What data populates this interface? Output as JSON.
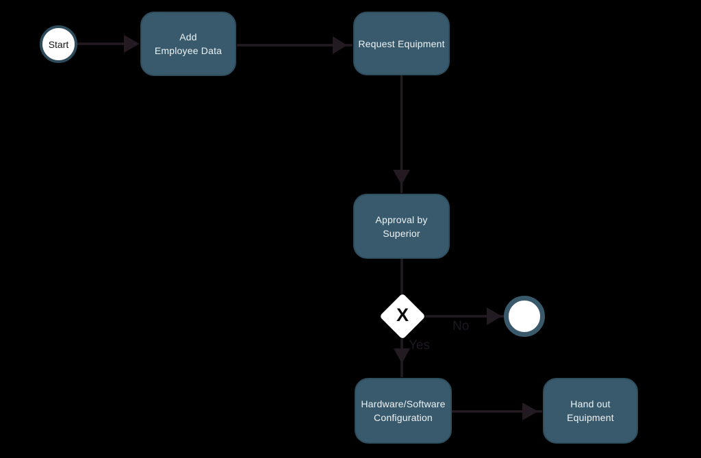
{
  "colors": {
    "background": "#000000",
    "task_fill": "#385a6c",
    "task_border": "#2f4e5e",
    "task_text": "#eef3f5",
    "connector": "#241a22",
    "event_fill": "#ffffff",
    "start_event_border": "#2e4b5b",
    "end_event_border": "#3a5a6c",
    "gateway_fill": "#ffffff",
    "gateway_label_color": "#0a0a0a",
    "edge_label_color": "#1c1722"
  },
  "nodes": {
    "start": {
      "type": "start-event",
      "label": "Start"
    },
    "add_employee_data": {
      "type": "task",
      "label": "Add\nEmployee Data"
    },
    "request_equipment": {
      "type": "task",
      "label": "Request Equipment"
    },
    "approval_by_superior": {
      "type": "task",
      "label": "Approval by\nSuperior"
    },
    "gateway": {
      "type": "exclusive-gateway",
      "label": "X"
    },
    "end": {
      "type": "end-event"
    },
    "hardware_software_configuration": {
      "type": "task",
      "label": "Hardware/Software\nConfiguration"
    },
    "hand_out_equipment": {
      "type": "task",
      "label": "Hand out\nEquipment"
    }
  },
  "edges": {
    "start_to_add": {
      "from": "start",
      "to": "add_employee_data"
    },
    "add_to_request": {
      "from": "add_employee_data",
      "to": "request_equipment"
    },
    "request_to_approval": {
      "from": "request_equipment",
      "to": "approval_by_superior"
    },
    "approval_to_gateway": {
      "from": "approval_by_superior",
      "to": "gateway"
    },
    "gateway_to_end": {
      "from": "gateway",
      "to": "end",
      "label": "No"
    },
    "gateway_to_config": {
      "from": "gateway",
      "to": "hardware_software_configuration",
      "label": "Yes"
    },
    "config_to_handout": {
      "from": "hardware_software_configuration",
      "to": "hand_out_equipment"
    }
  }
}
